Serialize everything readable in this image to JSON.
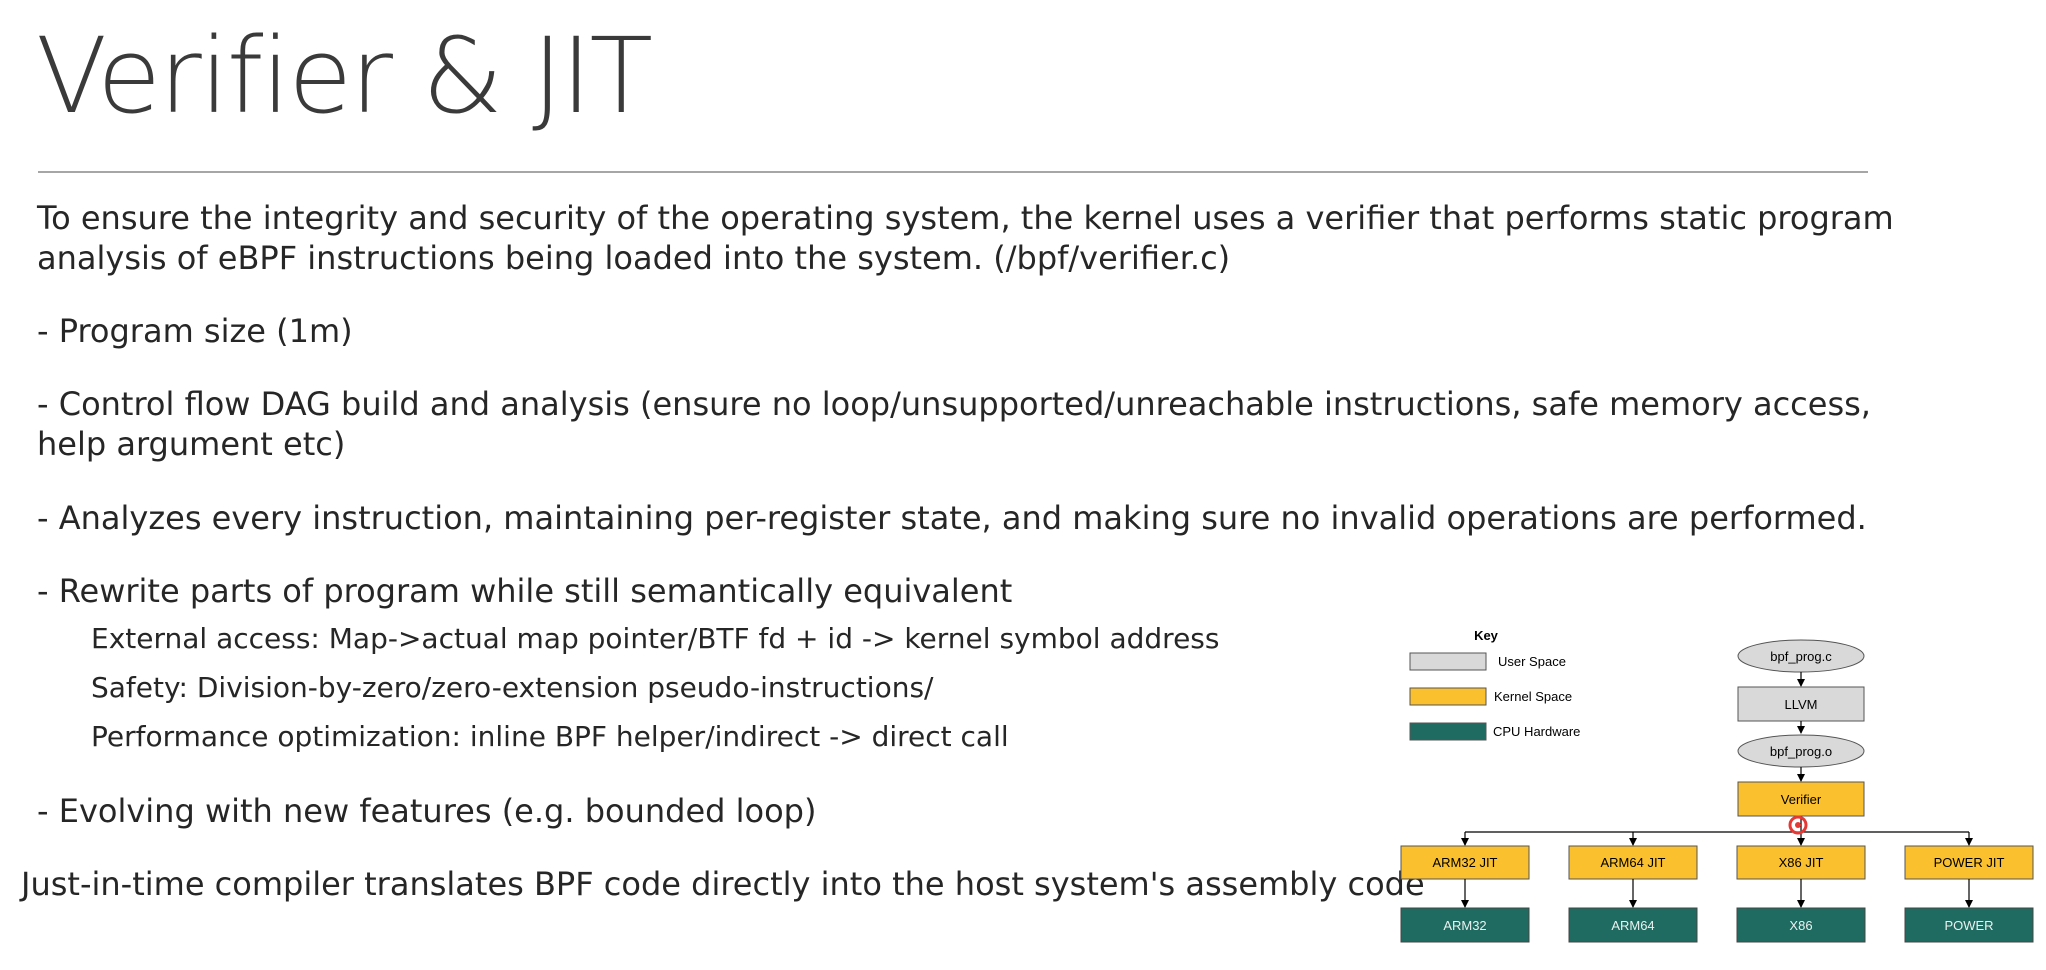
{
  "slide": {
    "title": "Verifier & JIT",
    "intro_line1": "To ensure the integrity and security of the operating system, the kernel uses a verifier that performs static program",
    "intro_line2": "analysis of eBPF instructions being loaded into the system. (/bpf/verifier.c)",
    "bullets": {
      "program_size": "- Program size (1m)",
      "control_flow_line1": "- Control flow DAG build and analysis (ensure no loop/unsupported/unreachable instructions, safe memory access,",
      "control_flow_line2": "help argument etc)",
      "analyzes": "- Analyzes every instruction, maintaining per-register state, and making sure no invalid operations are performed.",
      "rewrite": "- Rewrite parts of program while still semantically equivalent",
      "rewrite_sub": [
        "External access: Map->actual map pointer/BTF fd + id -> kernel symbol address",
        "Safety: Division-by-zero/zero-extension pseudo-instructions/",
        "Performance optimization: inline BPF helper/indirect -> direct call"
      ],
      "evolving": "- Evolving with new features (e.g. bounded loop)"
    },
    "jit_line": "Just-in-time compiler translates BPF code directly into the host system's assembly code"
  },
  "diagram": {
    "key": {
      "title": "Key",
      "items": [
        {
          "label": "User Space",
          "color": "#d9d9d9"
        },
        {
          "label": "Kernel Space",
          "color": "#fbc02d"
        },
        {
          "label": "CPU Hardware",
          "color": "#1f6b61"
        }
      ]
    },
    "nodes": {
      "source": "bpf_prog.c",
      "compiler": "LLVM",
      "object": "bpf_prog.o",
      "verifier": "Verifier",
      "jits": [
        "ARM32 JIT",
        "ARM64 JIT",
        "X86 JIT",
        "POWER JIT"
      ],
      "hardware": [
        "ARM32",
        "ARM64",
        "X86",
        "POWER"
      ]
    },
    "colors": {
      "user_space": "#d9d9d9",
      "kernel_space": "#fbc02d",
      "cpu_hardware": "#1f6b61",
      "cursor": "#e53935"
    }
  }
}
